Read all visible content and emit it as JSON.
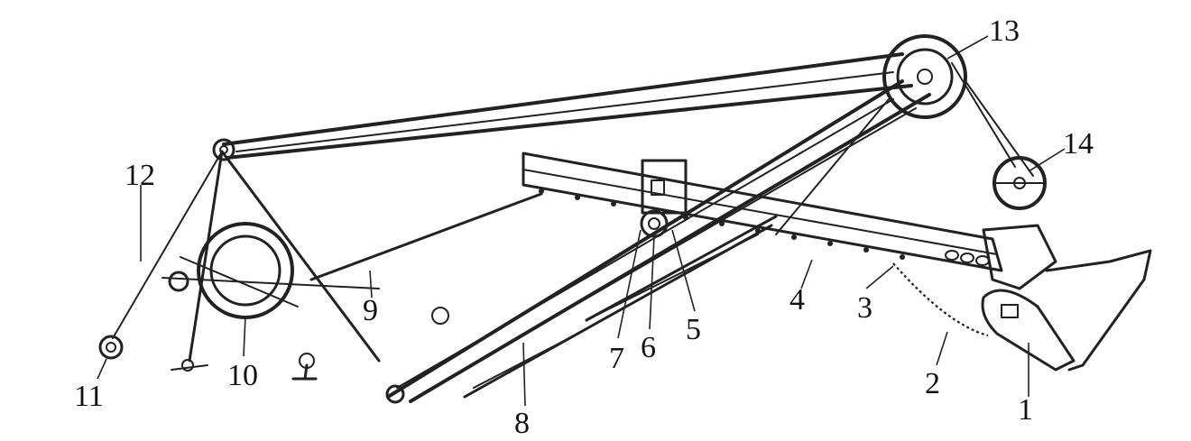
{
  "labels": {
    "l1": "1",
    "l2": "2",
    "l3": "3",
    "l4": "4",
    "l5": "5",
    "l6": "6",
    "l7": "7",
    "l8": "8",
    "l9": "9",
    "l10": "10",
    "l11": "11",
    "l12": "12",
    "l13": "13",
    "l14": "14"
  }
}
